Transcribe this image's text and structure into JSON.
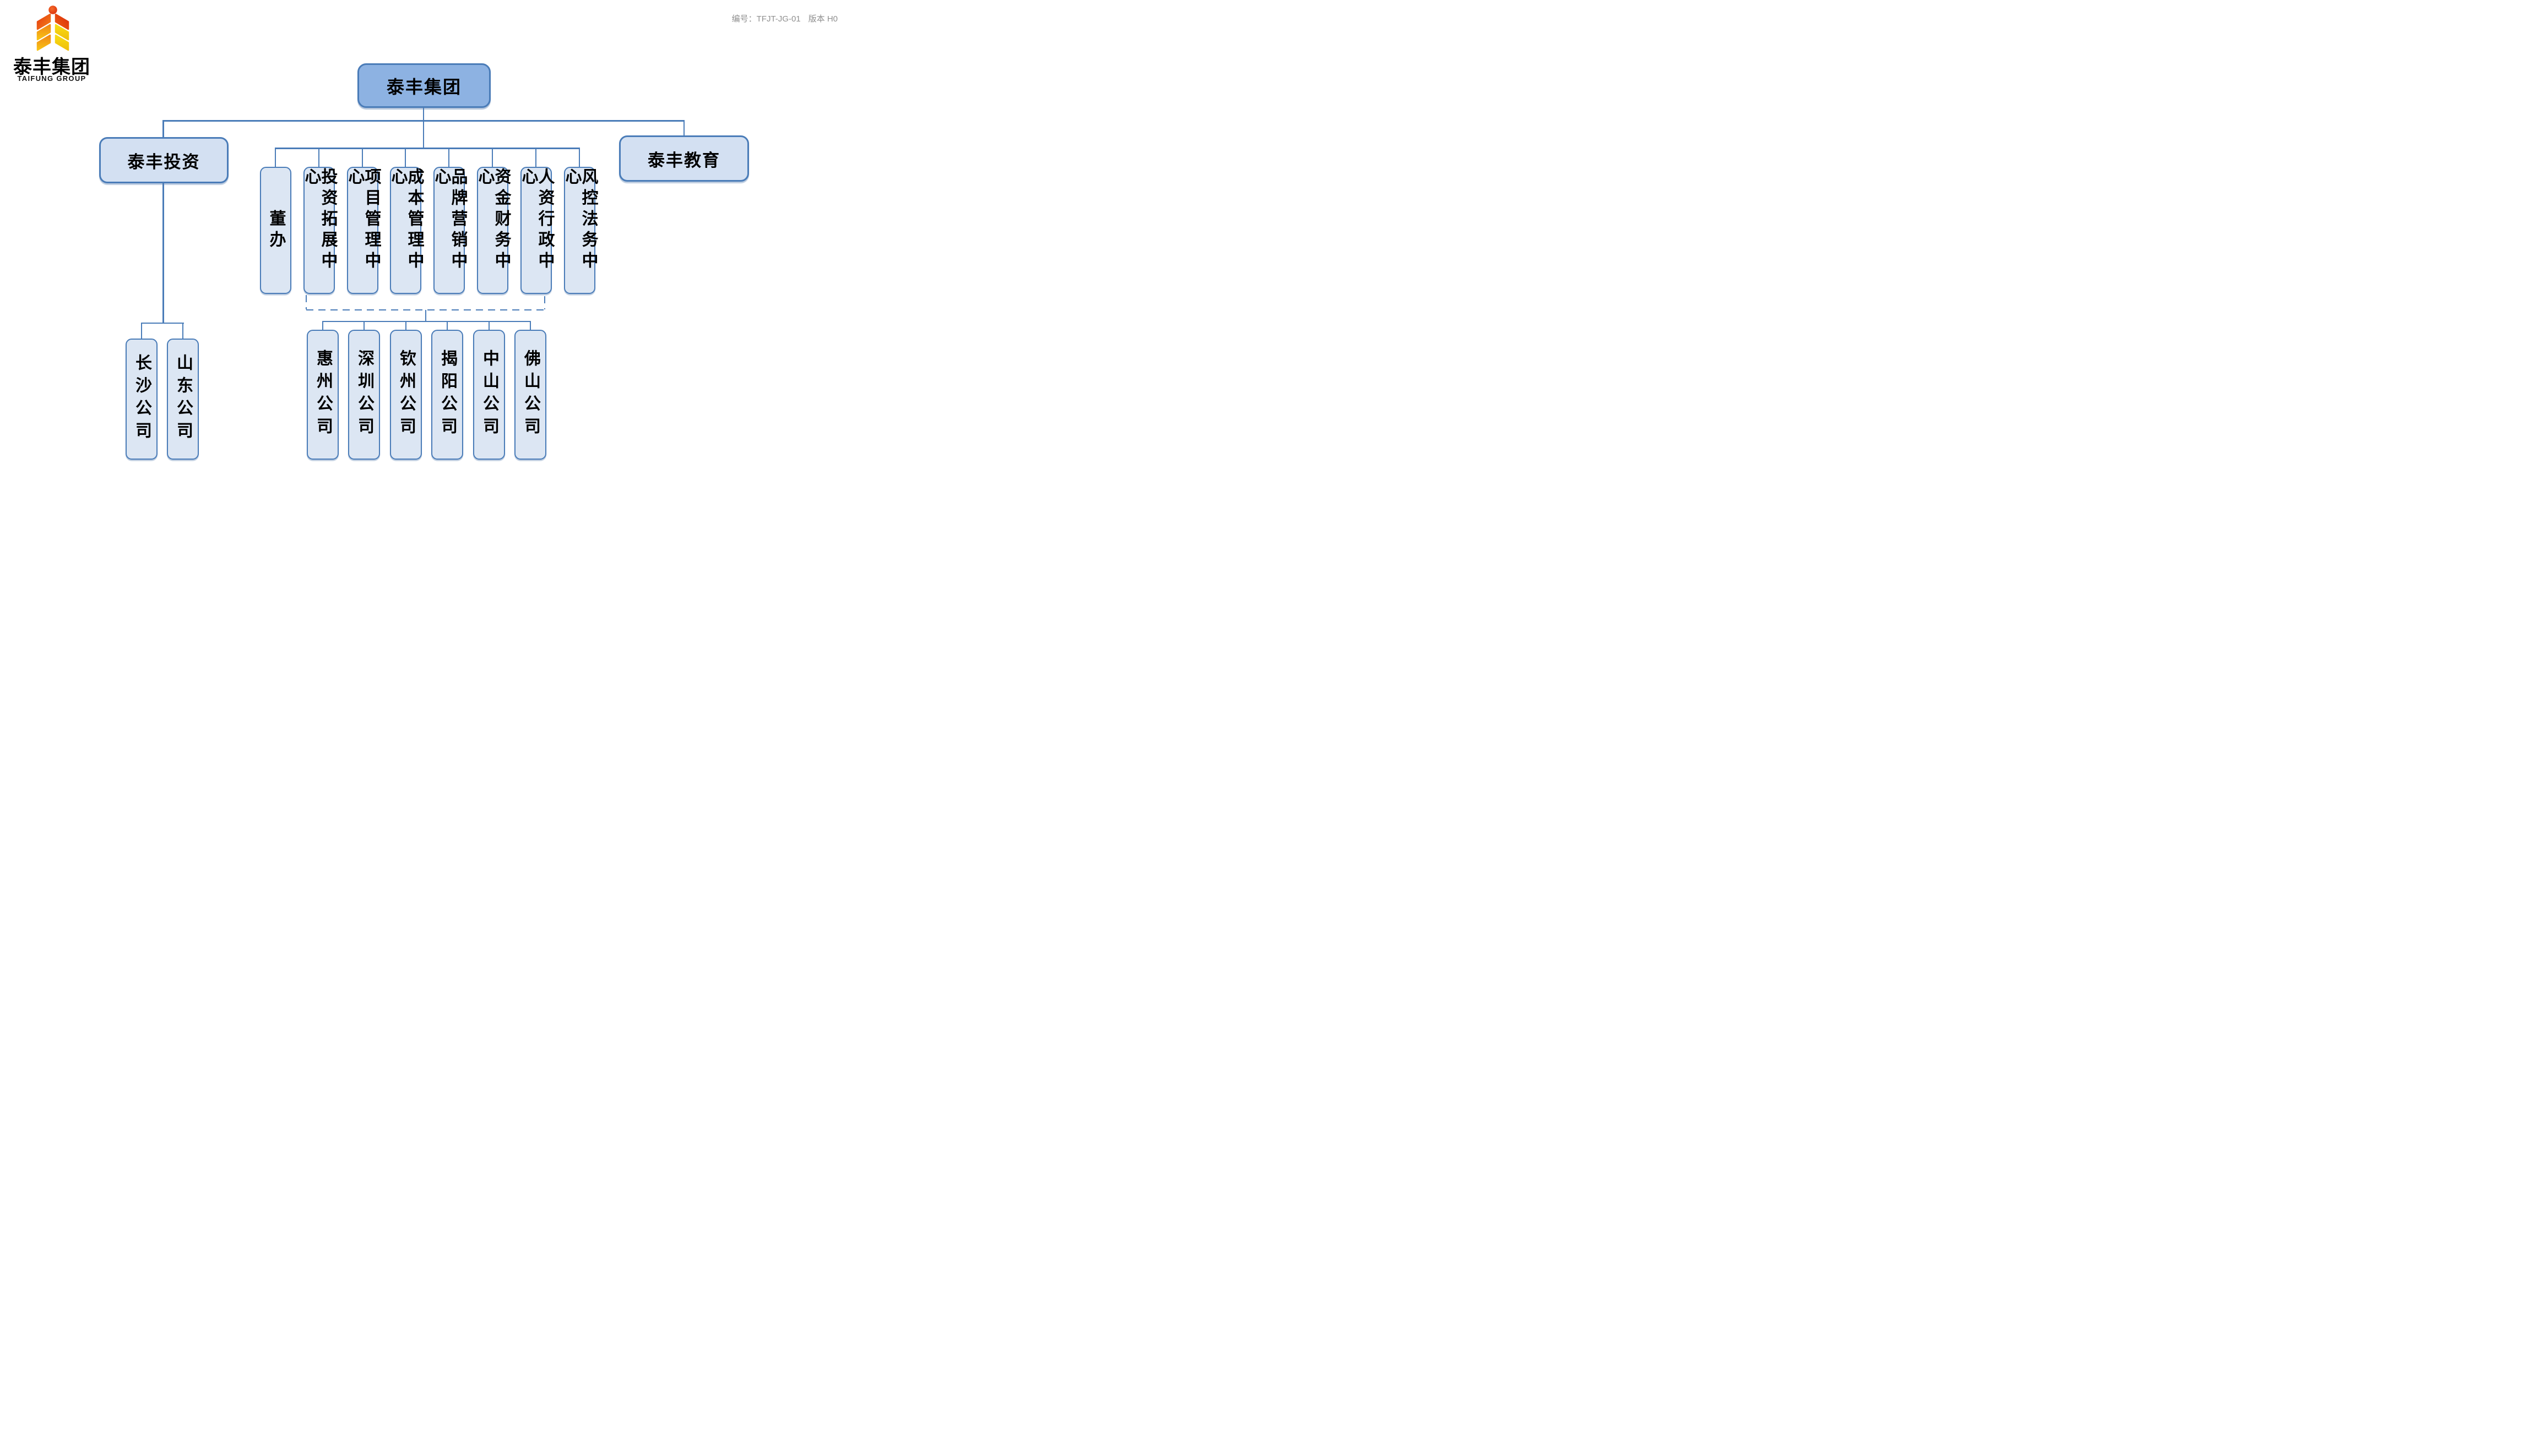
{
  "document": {
    "code": "编号：TFJT-JG-01",
    "version": "版本 H0"
  },
  "logo": {
    "icon": "wheat-emblem-icon",
    "company_zh": "泰丰集团",
    "company_en": "TAIFUNG GROUP"
  },
  "org_chart": {
    "root": "泰丰集团",
    "subsidiary_left": "泰丰投资",
    "subsidiary_right": "泰丰教育",
    "departments": [
      "董办",
      "投资拓展中心",
      "项目管理中心",
      "成本管理中心",
      "品牌营销中心",
      "资金财务中心",
      "人资行政中心",
      "风控法务中心"
    ],
    "investment_companies": [
      "长沙公司",
      "山东公司"
    ],
    "regional_companies": [
      "惠州公司",
      "深圳公司",
      "钦州公司",
      "揭阳公司",
      "中山公司",
      "佛山公司"
    ]
  },
  "colors": {
    "line": "#4A7CB8",
    "root_fill": "#8DB2E2",
    "level2_fill": "#D3E0F2",
    "node_fill": "#DCE6F3",
    "border": "#4A7CB8",
    "code_text": "#8F8F8F",
    "logo_red": "#E23A0E",
    "logo_orange": "#F08617",
    "logo_yellow": "#F8DD12"
  }
}
